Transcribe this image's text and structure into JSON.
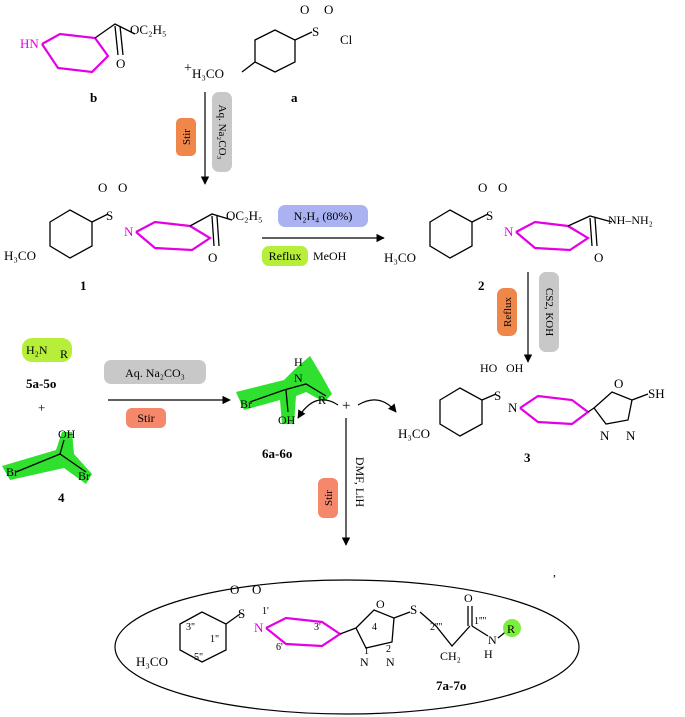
{
  "colors": {
    "piperidine": "#e400e4",
    "stir_orange": "#f0874a",
    "stir_salmon": "#f5876b",
    "reagent_grey": "#c8c8c8",
    "hydrazine_blue": "#aab2f2",
    "reflux_green": "#b6ee3a",
    "highlight_green": "#2fe02f",
    "r_green": "#7cef3c"
  },
  "compounds": {
    "b": {
      "label": "b",
      "nh": "HN",
      "ester": "OC₂H₅",
      "o": "O"
    },
    "a": {
      "label": "a",
      "plus": "+",
      "methoxy": "H₃CO",
      "s": "S",
      "o1": "O",
      "o2": "O",
      "cl": "Cl"
    },
    "c1": {
      "label": "1",
      "methoxy": "H₃CO",
      "s": "S",
      "o1": "O",
      "o2": "O",
      "n": "N",
      "ester": "OC₂H₅",
      "o": "O"
    },
    "c2": {
      "label": "2",
      "methoxy": "H₃CO",
      "s": "S",
      "o1": "O",
      "o2": "O",
      "n": "N",
      "nh": "NH–NH₂",
      "o": "O"
    },
    "c3": {
      "label": "3",
      "methoxy": "H₃CO",
      "s": "S",
      "ho1": "HO",
      "oh2": "OH",
      "n": "N",
      "o": "O",
      "n1": "N",
      "n2": "N",
      "sh": "SH"
    },
    "c5": {
      "label": "5a-5o",
      "h2n": "H₂N",
      "r": "R",
      "plus": "+"
    },
    "c4": {
      "label": "4",
      "oh": "OH",
      "br1": "Br",
      "br2": "Br"
    },
    "c6": {
      "label": "6a-6o",
      "br": "Br",
      "nh": "N",
      "h": "H",
      "oh": "OH",
      "r": "R"
    },
    "c7": {
      "label": "7a-7o",
      "methoxy": "H₃CO",
      "s": "S",
      "o1": "O",
      "o2": "O",
      "n": "N",
      "n1p": "1'",
      "pos3pp": "3\"",
      "pos1pp": "1\"",
      "pos5pp": "5\"",
      "pos6p": "6'",
      "pos3p": "3'",
      "ring_o": "O",
      "pos4": "4",
      "n_a": "N",
      "n_b": "N",
      "pos1": "1",
      "pos2": "2",
      "thio": "S",
      "pos2q": "2''''",
      "ch2": "CH₂",
      "pos1q": "1''''",
      "co": "O",
      "nh": "N",
      "h": "H",
      "r": "R"
    }
  },
  "reagents": {
    "step1": {
      "stir": "Stir",
      "base": "Aq. Na₂CO₃"
    },
    "step2": {
      "hydrazine": "N₂H₄ (80%)",
      "reflux": "Reflux",
      "solvent": "MeOH"
    },
    "step3": {
      "reflux": "Reflux",
      "reagent": "CS2, KOH"
    },
    "step4": {
      "base": "Aq. Na₂CO₃",
      "stir": "Stir"
    },
    "step5": {
      "plus": "+",
      "stir": "Stir",
      "conditions": "DMF, LiH"
    }
  },
  "stray_mark": ","
}
